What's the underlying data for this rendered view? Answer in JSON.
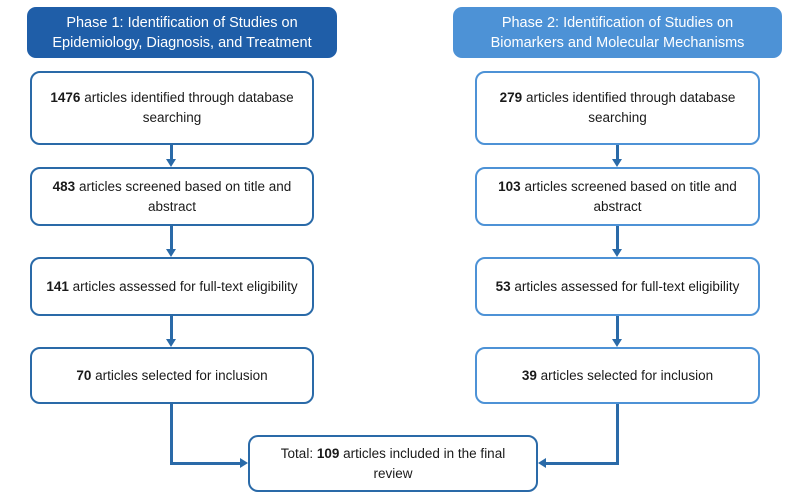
{
  "diagram": {
    "title": "PRISMA-style two-phase study identification flow diagram",
    "colors": {
      "phase1_header_bg": "#1f5ea8",
      "phase2_header_bg": "#4d92d6",
      "phase1_box_border": "#2a6aa8",
      "phase2_box_border": "#4d92d6",
      "connector": "#2a6aa8",
      "box_fill": "#ffffff",
      "text": "#1a1a1a",
      "header_text": "#ffffff"
    }
  },
  "phase1": {
    "header_line1": "Phase 1: Identification of Studies on",
    "header_line2": "Epidemiology, Diagnosis, and Treatment",
    "steps": [
      {
        "count": "1476",
        "text": " articles identified through database searching"
      },
      {
        "count": "483",
        "text": " articles screened based on title and abstract"
      },
      {
        "count": "141",
        "text": " articles assessed for full-text eligibility"
      },
      {
        "count": "70",
        "text": " articles selected for inclusion"
      }
    ]
  },
  "phase2": {
    "header_line1": "Phase 2: Identification of Studies on",
    "header_line2": "Biomarkers and Molecular Mechanisms",
    "steps": [
      {
        "count": "279",
        "text": " articles identified through database searching"
      },
      {
        "count": "103",
        "text": " articles screened based on title and abstract"
      },
      {
        "count": "53",
        "text": " articles assessed for full-text eligibility"
      },
      {
        "count": "39",
        "text": " articles selected for inclusion"
      }
    ]
  },
  "total": {
    "prefix": "Total: ",
    "count": "109",
    "suffix": " articles included in the final review"
  }
}
